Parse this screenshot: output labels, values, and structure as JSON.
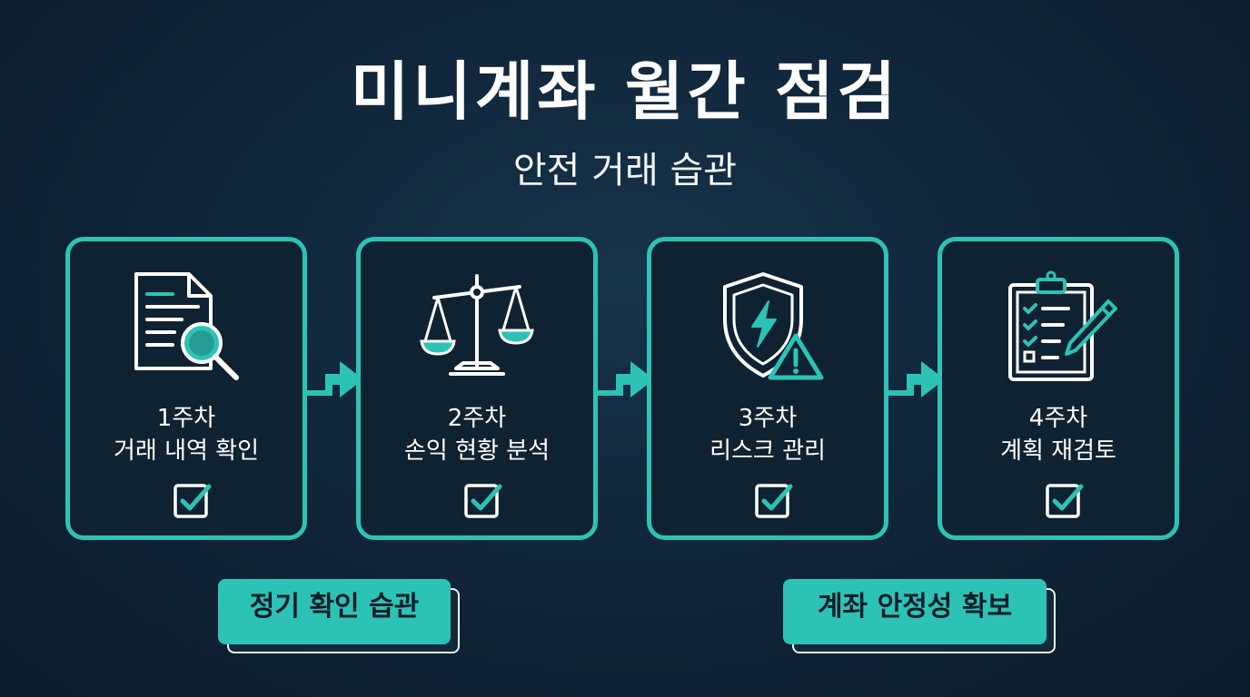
{
  "header": {
    "title": "미니계좌 월간 점검",
    "subtitle": "안전 거래 습관"
  },
  "colors": {
    "accent": "#2cc3b6",
    "background": "#10263a",
    "text": "#ffffff"
  },
  "steps": [
    {
      "week": "1주차",
      "task": "거래 내역 확인",
      "icon": "document-search-icon",
      "checked": true
    },
    {
      "week": "2주차",
      "task": "손익 현황 분석",
      "icon": "balance-scale-icon",
      "checked": true
    },
    {
      "week": "3주차",
      "task": "리스크 관리",
      "icon": "shield-warning-icon",
      "checked": true
    },
    {
      "week": "4주차",
      "task": "계획 재검토",
      "icon": "clipboard-checklist-icon",
      "checked": true
    }
  ],
  "badges": [
    {
      "label": "정기 확인 습관"
    },
    {
      "label": "계좌 안정성 확보"
    }
  ]
}
